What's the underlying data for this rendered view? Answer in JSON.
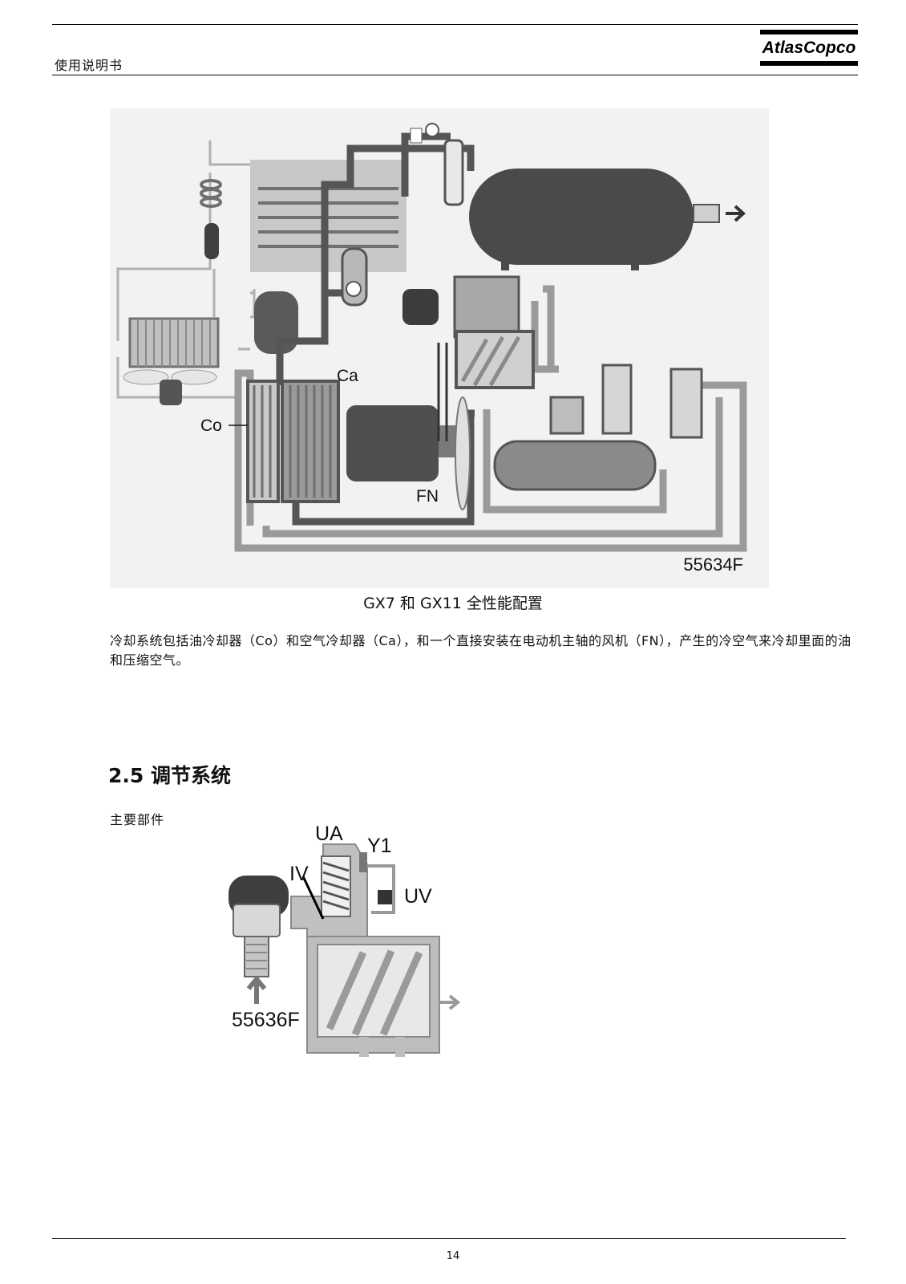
{
  "header": {
    "title": "使用说明书",
    "logo_text": "AtlasCopco"
  },
  "figure1": {
    "id": "55634F",
    "labels": {
      "ca": "Ca",
      "co": "Co",
      "fn": "FN"
    },
    "caption": "GX7 和 GX11 全性能配置"
  },
  "paragraph": "冷却系统包括油冷却器（Co）和空气冷却器（Ca），和一个直接安装在电动机主轴的风机（FN），产生的冷空气来冷却里面的油和压缩空气。",
  "section": {
    "title": "2.5 调节系统",
    "subtitle": "主要部件"
  },
  "figure2": {
    "id": "55636F",
    "labels": {
      "ua": "UA",
      "y1": "Y1",
      "iv": "IV",
      "uv": "UV"
    }
  },
  "footer": {
    "page_number": "14"
  },
  "colors": {
    "pipe_dark": "#555555",
    "pipe_light": "#9a9a9a",
    "panel": "#f2f2f2"
  }
}
